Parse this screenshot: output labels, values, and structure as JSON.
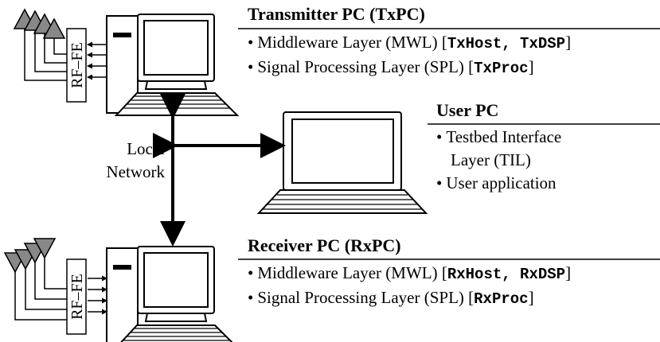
{
  "tx": {
    "title": "Transmitter PC (TxPC)",
    "items": [
      {
        "bullet": "•",
        "text": "Middleware Layer (MWL) [",
        "code": "TxHost, TxDSP",
        "close": "]"
      },
      {
        "bullet": "•",
        "text": "Signal Processing Layer (SPL) [",
        "code": "TxProc",
        "close": "]"
      }
    ],
    "rffe": "RF–FE"
  },
  "user": {
    "title": "User PC",
    "items": [
      {
        "bullet": "•",
        "lines": [
          "Testbed Interface",
          "Layer (TIL)"
        ]
      },
      {
        "bullet": "•",
        "lines": [
          "User application"
        ]
      }
    ]
  },
  "rx": {
    "title": "Receiver PC (RxPC)",
    "items": [
      {
        "bullet": "•",
        "text": "Middleware Layer (MWL) [",
        "code": "RxHost, RxDSP",
        "close": "]"
      },
      {
        "bullet": "•",
        "text": "Signal Processing Layer (SPL) [",
        "code": "RxProc",
        "close": "]"
      }
    ],
    "rffe": "RF–FE"
  },
  "network": {
    "line1": "Local",
    "line2": "Network"
  }
}
